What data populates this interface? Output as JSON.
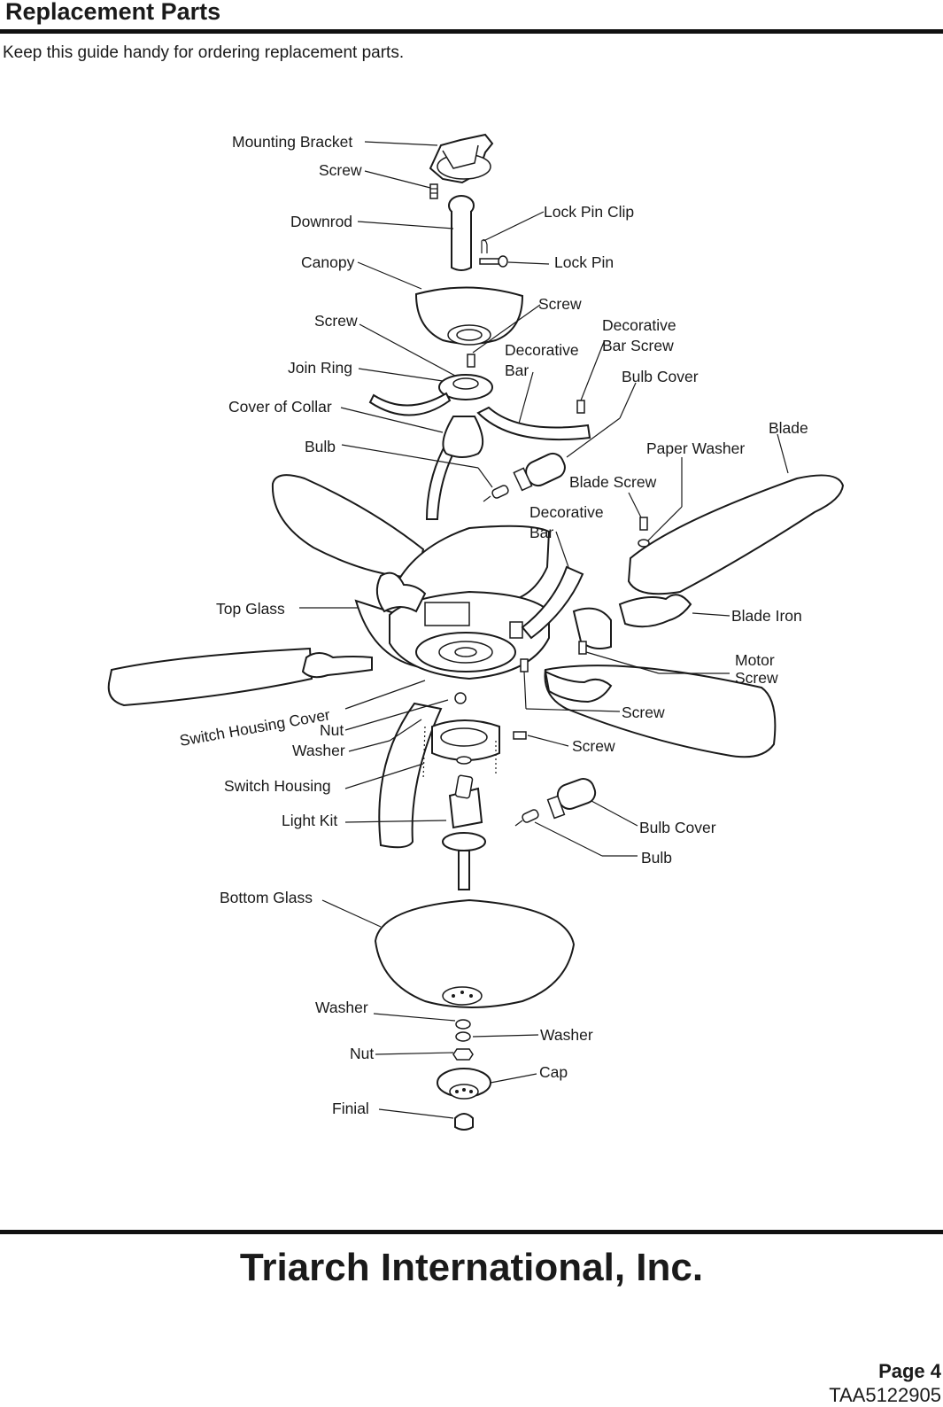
{
  "header": {
    "title": "Replacement Parts",
    "intro": "Keep this guide handy for ordering replacement parts."
  },
  "parts": {
    "mounting_bracket": "Mounting Bracket",
    "screw_top": "Screw",
    "downrod": "Downrod",
    "lock_pin_clip": "Lock Pin Clip",
    "lock_pin": "Lock Pin",
    "canopy": "Canopy",
    "screw_canopy_left": "Screw",
    "screw_canopy_right": "Screw",
    "decorative_bar_screw_line1": "Decorative",
    "decorative_bar_screw_line2": "Bar Screw",
    "decorative_bar_upper_line1": "Decorative",
    "decorative_bar_upper_line2": "Bar",
    "join_ring": "Join Ring",
    "bulb_cover_upper": "Bulb Cover",
    "cover_of_collar": "Cover of Collar",
    "blade": "Blade",
    "paper_washer": "Paper Washer",
    "bulb_upper": "Bulb",
    "blade_screw": "Blade Screw",
    "decorative_bar_lower_line1": "Decorative",
    "decorative_bar_lower_line2": "Bar",
    "top_glass": "Top Glass",
    "blade_iron": "Blade Iron",
    "motor_screw_line1": "Motor",
    "motor_screw_line2": "Screw",
    "switch_housing_cover": "Switch Housing Cover",
    "nut_upper": "Nut",
    "screw_motor_right": "Screw",
    "washer_upper": "Washer",
    "screw_switch_housing": "Screw",
    "switch_housing": "Switch Housing",
    "light_kit": "Light Kit",
    "bulb_cover_lower": "Bulb Cover",
    "bulb_lower": "Bulb",
    "bottom_glass": "Bottom Glass",
    "washer_lower_left": "Washer",
    "washer_lower_right": "Washer",
    "nut_lower": "Nut",
    "cap": "Cap",
    "finial": "Finial"
  },
  "footer": {
    "company": "Triarch International, Inc.",
    "page": "Page 4",
    "doc_code": "TAA5122905"
  }
}
